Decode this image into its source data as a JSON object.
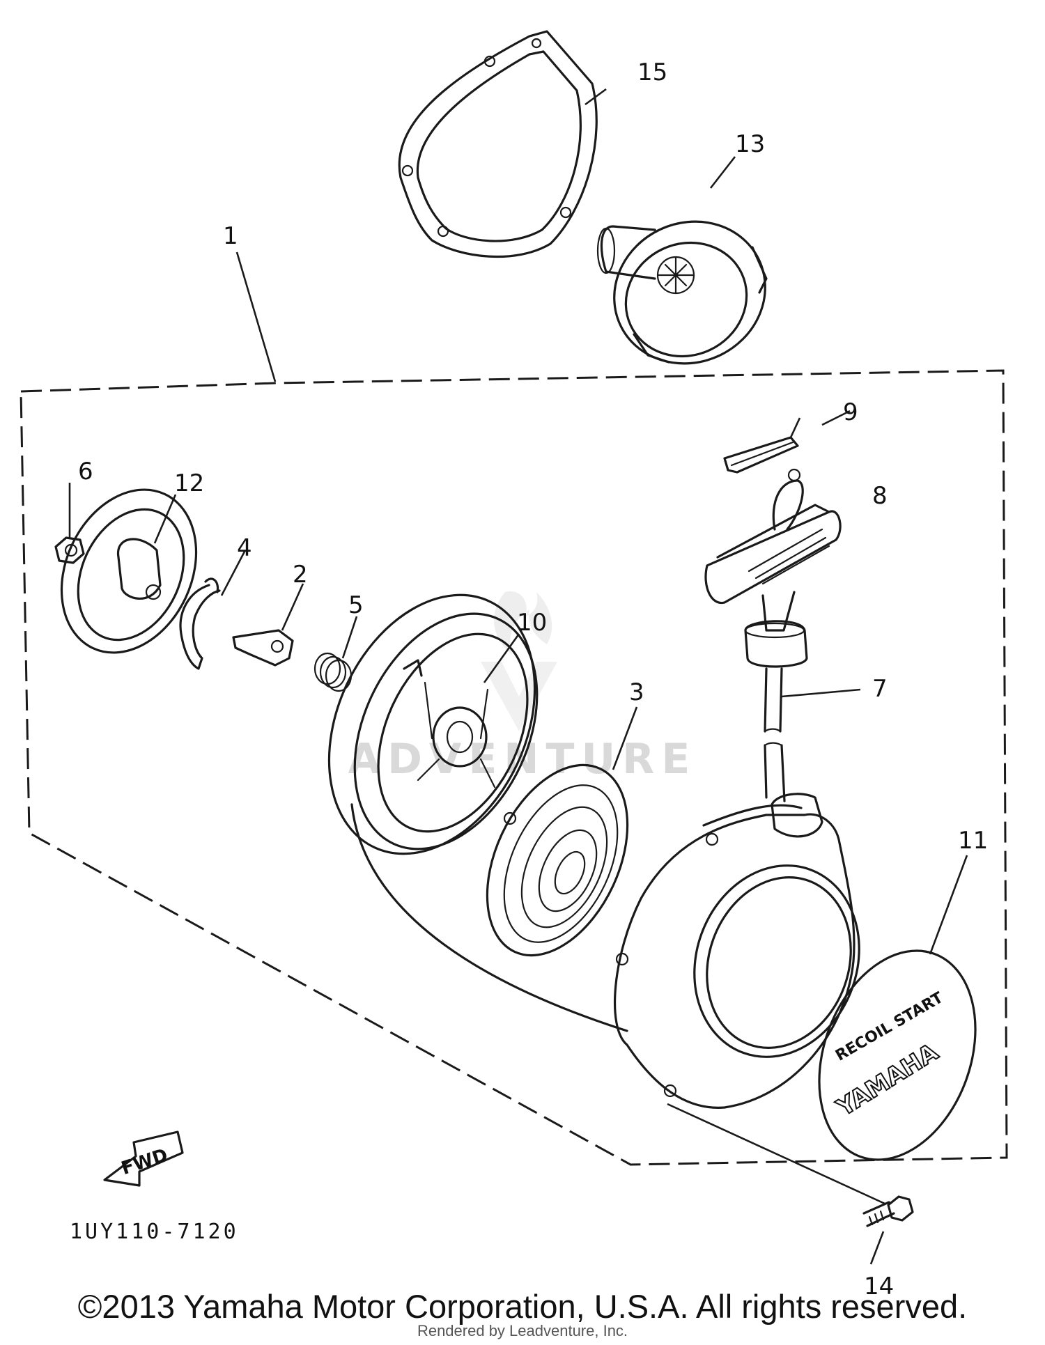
{
  "diagram": {
    "callouts": {
      "p1": "1",
      "p2": "2",
      "p3": "3",
      "p4": "4",
      "p5": "5",
      "p6": "6",
      "p7": "7",
      "p8": "8",
      "p9": "9",
      "p10": "10",
      "p11": "11",
      "p12": "12",
      "p13": "13",
      "p14": "14",
      "p15": "15"
    },
    "fwd_label": "FWD",
    "emblem_top": "RECOIL START",
    "emblem_brand": "YAMAHA",
    "drawing_code": "1UY110-7120"
  },
  "watermark": {
    "text": "ADVENTURE",
    "logo": "flame-v-logo"
  },
  "footer": {
    "copyright": "©2013 Yamaha Motor Corporation, U.S.A. All rights reserved.",
    "rendered_by": "Rendered by Leadventure, Inc."
  }
}
